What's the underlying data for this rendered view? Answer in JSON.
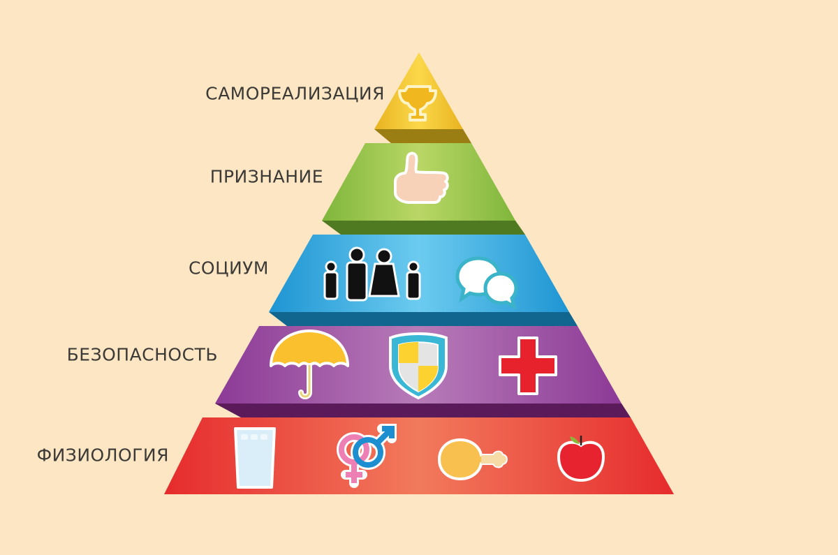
{
  "diagram": {
    "type": "pyramid",
    "background_color": "#fde6c4",
    "text_color": "#3b3a36",
    "levels": [
      {
        "order": 5,
        "label": "САМОРЕАЛИЗАЦИЯ",
        "color": "#f2c22a",
        "icons": [
          "trophy-icon"
        ]
      },
      {
        "order": 4,
        "label": "ПРИЗНАНИЕ",
        "color": "#9ccb52",
        "icons": [
          "thumbs-up-icon"
        ]
      },
      {
        "order": 3,
        "label": "СОЦИУМ",
        "color": "#3aaee3",
        "icons": [
          "family-icon",
          "chat-bubbles-icon"
        ]
      },
      {
        "order": 2,
        "label": "БЕЗОПАСНОСТЬ",
        "color": "#9b4fa3",
        "icons": [
          "umbrella-icon",
          "shield-icon",
          "medical-cross-icon"
        ]
      },
      {
        "order": 1,
        "label": "ФИЗИОЛОГИЯ",
        "color": "#ea4a3c",
        "icons": [
          "water-glass-icon",
          "gender-symbols-icon",
          "chicken-leg-icon",
          "apple-icon"
        ]
      }
    ]
  }
}
